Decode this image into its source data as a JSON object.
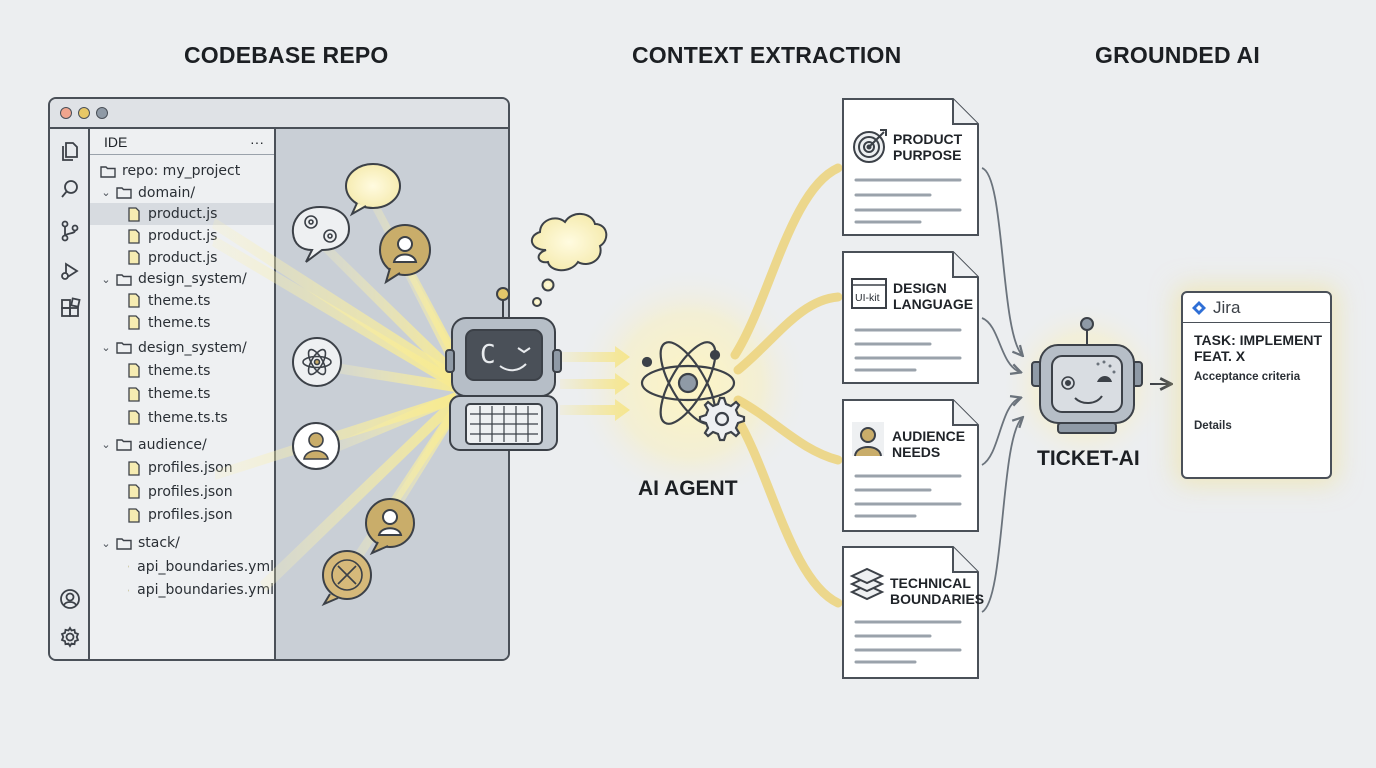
{
  "headings": {
    "left": "CODEBASE REPO",
    "middle": "CONTEXT EXTRACTION",
    "right": "GROUNDED AI"
  },
  "ide": {
    "panel_title": "IDE",
    "panel_menu": "···",
    "tree": [
      {
        "type": "root",
        "label": "repo: my_project",
        "depth": 0
      },
      {
        "type": "folder",
        "label": "domain/",
        "depth": 1
      },
      {
        "type": "file",
        "label": "product.js",
        "depth": 2,
        "selected": true
      },
      {
        "type": "file",
        "label": "product.js",
        "depth": 2
      },
      {
        "type": "file",
        "label": "product.js",
        "depth": 2
      },
      {
        "type": "folder",
        "label": "design_system/",
        "depth": 1
      },
      {
        "type": "file",
        "label": "theme.ts",
        "depth": 2
      },
      {
        "type": "file",
        "label": "theme.ts",
        "depth": 2
      },
      {
        "type": "folder",
        "label": "design_system/",
        "depth": 1
      },
      {
        "type": "file",
        "label": "theme.ts",
        "depth": 2
      },
      {
        "type": "file",
        "label": "theme.ts",
        "depth": 2
      },
      {
        "type": "file",
        "label": "theme.ts.ts",
        "depth": 2
      },
      {
        "type": "folder",
        "label": "audience/",
        "depth": 1
      },
      {
        "type": "file",
        "label": "profiles.json",
        "depth": 2
      },
      {
        "type": "file",
        "label": "profiles.json",
        "depth": 2
      },
      {
        "type": "file",
        "label": "profiles.json",
        "depth": 2
      },
      {
        "type": "folder",
        "label": "stack/",
        "depth": 1
      },
      {
        "type": "file",
        "label": "api_boundaries.yml",
        "depth": 2
      },
      {
        "type": "file",
        "label": "api_boundaries.yml",
        "depth": 2
      }
    ],
    "activity_icons": [
      "files-icon",
      "search-icon",
      "source-control-icon",
      "run-debug-icon",
      "extensions-icon",
      "account-icon",
      "settings-icon"
    ]
  },
  "robot_screen_text": "C",
  "agent_label": "AI AGENT",
  "docs": [
    {
      "line1": "PRODUCT",
      "line2": "PURPOSE",
      "icon": "target-icon"
    },
    {
      "line1": "DESIGN",
      "line2": "LANGUAGE",
      "icon": "ui-kit-icon",
      "icon_text": "UI-kit"
    },
    {
      "line1": "AUDIENCE",
      "line2": "NEEDS",
      "icon": "user-icon"
    },
    {
      "line1": "TECHNICAL",
      "line2": "BOUNDARIES",
      "icon": "layers-icon"
    }
  ],
  "ticket_ai_label": "TICKET-AI",
  "jira": {
    "brand": "Jira",
    "task_line1": "TASK: IMPLEMENT",
    "task_line2": "FEAT. X",
    "criteria_label": "Acceptance criteria",
    "details_label": "Details"
  },
  "colors": {
    "outline": "#4a5058",
    "beam": "#f1e27a",
    "gold_icon": "#c9ad6a",
    "flow_line": "#6b737c"
  }
}
